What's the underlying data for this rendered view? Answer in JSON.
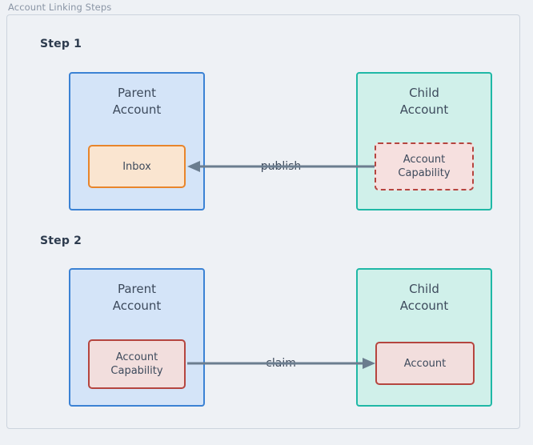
{
  "diagram": {
    "frame_title": "Account Linking Steps",
    "background_color": "#eef1f5",
    "frame_border_color": "#ccd4dd",
    "title_color": "#8a95a5"
  },
  "palette": {
    "parent_fill": "#d4e4f8",
    "parent_border": "#3b82d4",
    "child_fill": "#d0f0ea",
    "child_border": "#1fb8a6",
    "inbox_fill": "#fae5d0",
    "inbox_border": "#e8852b",
    "capability_fill": "#f6e0df",
    "capability_border": "#b5453f",
    "arrow_color": "#6b7d8f",
    "text_color": "#3d4a5c",
    "step_label_color": "#2d3b4e"
  },
  "steps": [
    {
      "label": "Step 1",
      "left_container": {
        "title": "Parent\nAccount",
        "type": "parent-account",
        "inner": {
          "label": "Inbox",
          "style": "solid",
          "kind": "inbox"
        }
      },
      "right_container": {
        "title": "Child\nAccount",
        "type": "child-account",
        "inner": {
          "label": "Account\nCapability",
          "style": "dashed",
          "kind": "capability"
        }
      },
      "edge": {
        "label": "publish",
        "direction": "right-to-left",
        "from": "child-account",
        "to": "parent-account"
      }
    },
    {
      "label": "Step 2",
      "left_container": {
        "title": "Parent\nAccount",
        "type": "parent-account",
        "inner": {
          "label": "Account\nCapability",
          "style": "solid",
          "kind": "capability"
        }
      },
      "right_container": {
        "title": "Child\nAccount",
        "type": "child-account",
        "inner": {
          "label": "Account",
          "style": "solid",
          "kind": "account"
        }
      },
      "edge": {
        "label": "claim",
        "direction": "left-to-right",
        "from": "parent-account",
        "to": "child-account"
      }
    }
  ]
}
